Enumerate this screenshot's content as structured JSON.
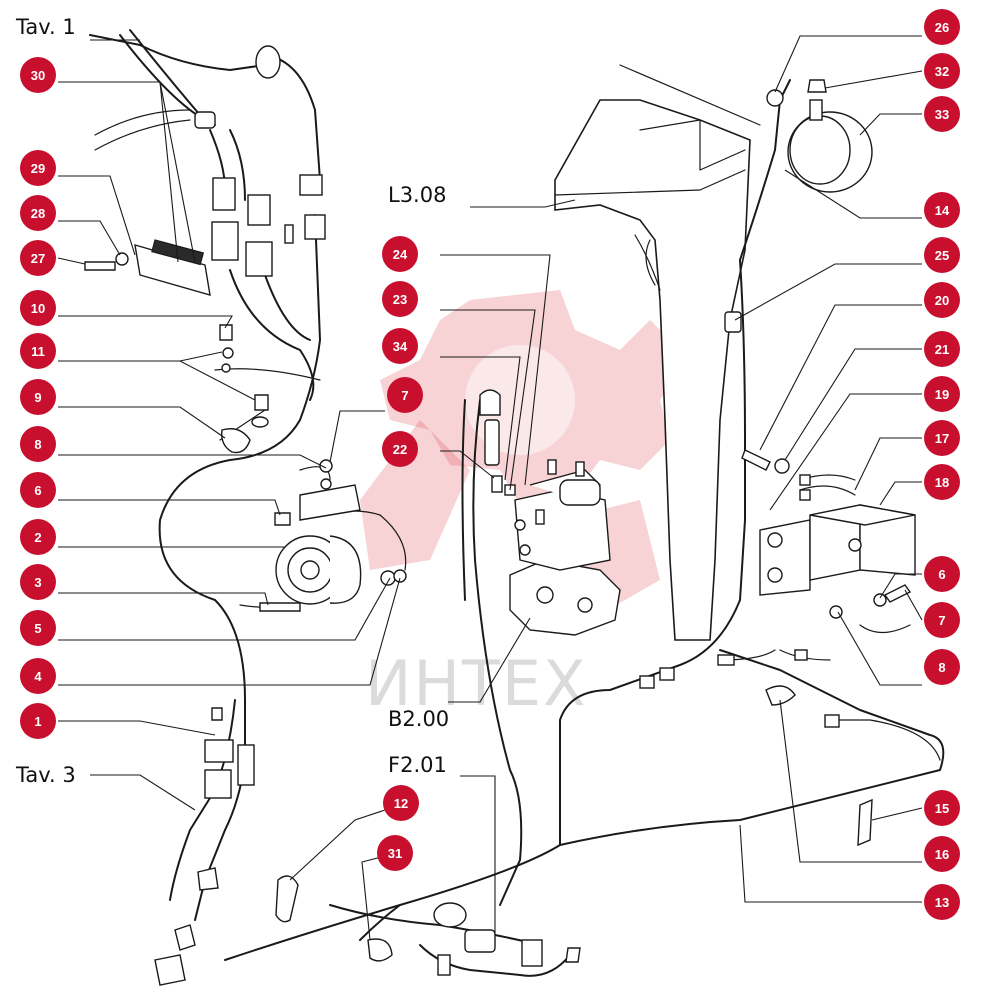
{
  "references": {
    "tav1": "Tav. 1",
    "tav3": "Tav. 3",
    "l308": "L3.08",
    "b200": "B2.00",
    "f201": "F2.01"
  },
  "watermark": {
    "text": "ИНТЕХ",
    "color": "#d9363e"
  },
  "badge_color": "#c8102e",
  "callouts": [
    "30",
    "29",
    "28",
    "27",
    "10",
    "11",
    "9",
    "8",
    "6",
    "2",
    "3",
    "5",
    "4",
    "1",
    "7",
    "24",
    "23",
    "34",
    "22",
    "26",
    "32",
    "33",
    "14",
    "25",
    "20",
    "21",
    "19",
    "17",
    "18",
    "6",
    "7",
    "8",
    "15",
    "16",
    "13",
    "12",
    "31"
  ]
}
